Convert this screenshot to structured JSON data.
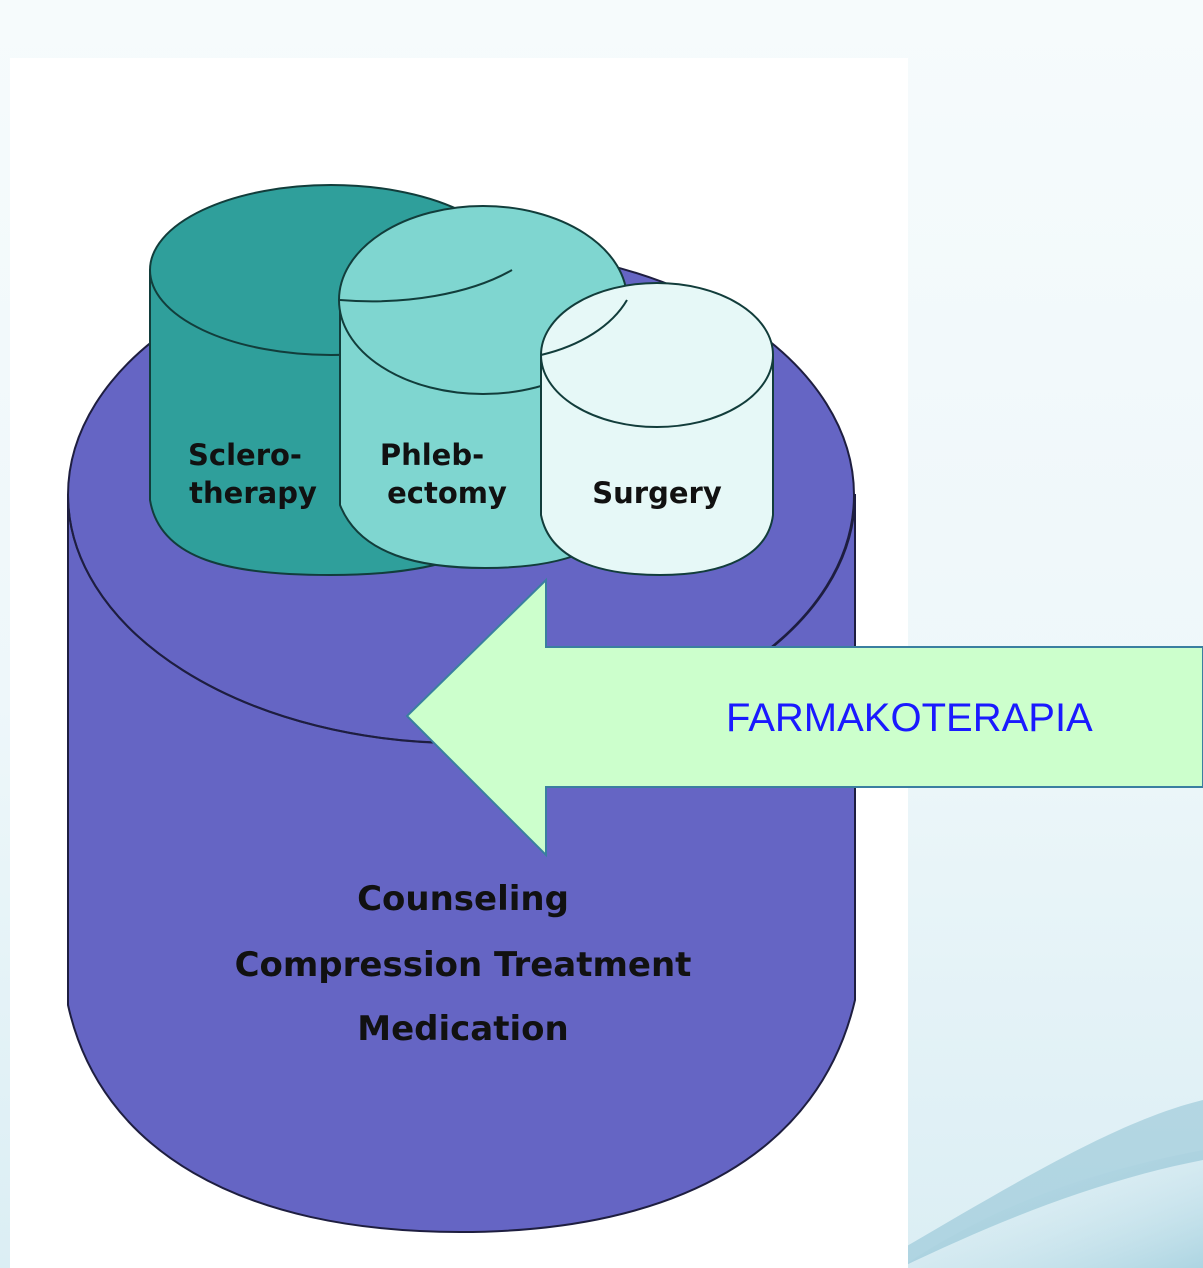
{
  "colors": {
    "base_cylinder": "#6565c4",
    "sclerotherapy": "#2f9f9b",
    "phlebectomy": "#7fd6d0",
    "surgery": "#e6f8f7",
    "arrow_fill": "#ccffcc",
    "arrow_stroke": "#3a7fa0",
    "arrow_text": "#1a1aff"
  },
  "cylinders": {
    "sclerotherapy": {
      "line1": "Sclero-",
      "line2": "therapy"
    },
    "phlebectomy": {
      "line1": "Phleb-",
      "line2": "ectomy"
    },
    "surgery": {
      "label": "Surgery"
    }
  },
  "base": {
    "line1": "Counseling",
    "line2": "Compression Treatment",
    "line3": "Medication"
  },
  "arrow": {
    "label": "FARMAKOTERAPIA"
  }
}
